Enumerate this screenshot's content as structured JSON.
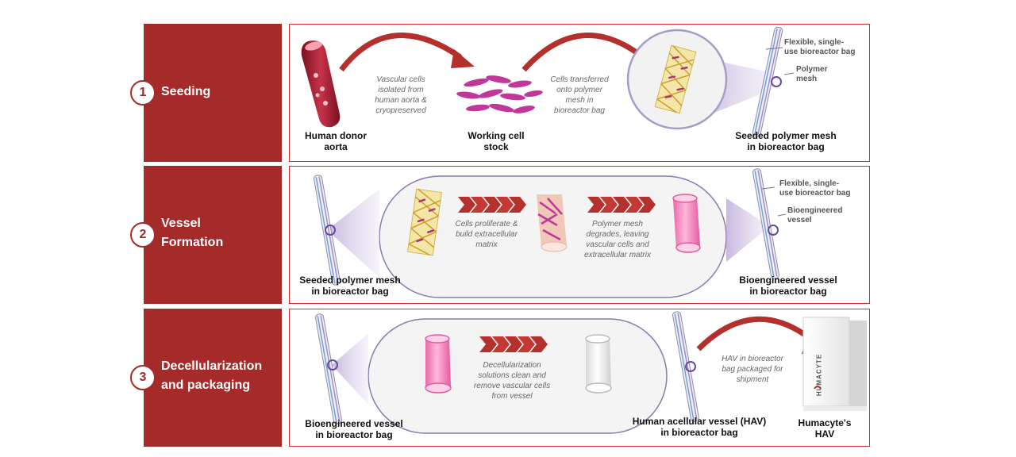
{
  "stages": [
    {
      "number": "1",
      "name_lines": [
        "Seeding"
      ]
    },
    {
      "number": "2",
      "name_lines": [
        "Vessel",
        "Formation"
      ]
    },
    {
      "number": "3",
      "name_lines": [
        "Decellularization",
        "and packaging"
      ]
    }
  ],
  "seeding": {
    "donor_label": [
      "Human donor",
      "aorta"
    ],
    "isolation_caption": [
      "Vascular cells",
      "isolated from",
      "human aorta &",
      "cryopreserved"
    ],
    "stock_label": [
      "Working cell",
      "stock"
    ],
    "transfer_caption": [
      "Cells transferred",
      "onto polymer",
      "mesh in",
      "bioreactor bag"
    ],
    "mesh_label": [
      "Seeded polymer mesh",
      "in bioreactor bag"
    ],
    "bag_note": [
      "Flexible, single-",
      "use bioreactor bag"
    ],
    "mesh_note": [
      "Polymer",
      "mesh"
    ]
  },
  "formation": {
    "input_label": [
      "Seeded polymer mesh",
      "in bioreactor bag"
    ],
    "proliferate_caption": [
      "Cells proliferate &",
      "build extracellular",
      "matrix"
    ],
    "degrade_caption": [
      "Polymer mesh",
      "degrades, leaving",
      "vascular cells and",
      "extracellular matrix"
    ],
    "output_label": [
      "Bioengineered vessel",
      "in bioreactor bag"
    ],
    "bag_note": [
      "Flexible, single-",
      "use bioreactor bag"
    ],
    "vessel_note": [
      "Bioengineered",
      "vessel"
    ]
  },
  "packaging": {
    "input_label": [
      "Bioengineered vessel",
      "in bioreactor bag"
    ],
    "decell_caption": [
      "Decellularization",
      "solutions clean and",
      "remove vascular cells",
      "from vessel"
    ],
    "hav_label": [
      "Human acellular vessel (HAV)",
      "in bioreactor bag"
    ],
    "ship_caption": [
      "HAV in bioreactor",
      "bag packaged for",
      "shipment"
    ],
    "box_brand": "HUMACYTE",
    "product_label": [
      "Humacyte's",
      "HAV"
    ]
  },
  "colors": {
    "brand_red": "#a52a2a",
    "panel_border": "#c9302c",
    "arrow_red": "#b3302c",
    "vessel_pink": "#f08cc0",
    "cell_magenta": "#c0399a",
    "mesh_gold": "#d6b64a",
    "bag_purple": "#8a6fb5"
  }
}
